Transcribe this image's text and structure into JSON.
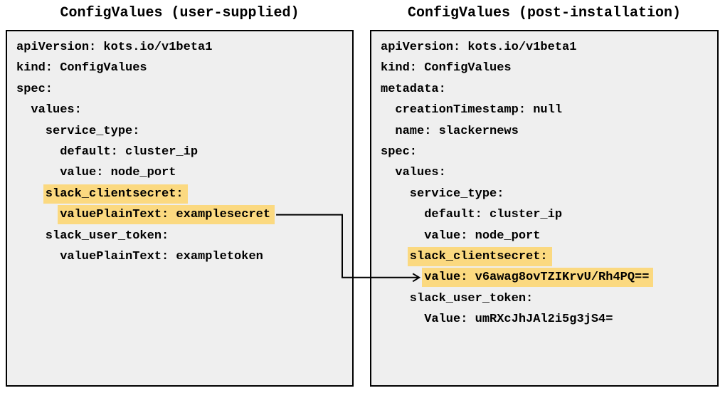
{
  "left_panel": {
    "title": "ConfigValues (user-supplied)",
    "lines": [
      {
        "indent": 0,
        "text": "apiVersion: kots.io/v1beta1",
        "highlight": false
      },
      {
        "indent": 0,
        "text": "kind: ConfigValues",
        "highlight": false
      },
      {
        "indent": 0,
        "text": "spec:",
        "highlight": false
      },
      {
        "indent": 1,
        "text": "values:",
        "highlight": false
      },
      {
        "indent": 2,
        "text": "service_type:",
        "highlight": false
      },
      {
        "indent": 3,
        "text": "default: cluster_ip",
        "highlight": false
      },
      {
        "indent": 3,
        "text": "value: node_port",
        "highlight": false
      },
      {
        "indent": 2,
        "text": "slack_clientsecret:",
        "highlight": true
      },
      {
        "indent": 3,
        "text": "valuePlainText: examplesecret",
        "highlight": true,
        "role": "arrow-source"
      },
      {
        "indent": 2,
        "text": "slack_user_token:",
        "highlight": false
      },
      {
        "indent": 3,
        "text": "valuePlainText: exampletoken",
        "highlight": false
      }
    ]
  },
  "right_panel": {
    "title": "ConfigValues (post-installation)",
    "lines": [
      {
        "indent": 0,
        "text": "apiVersion: kots.io/v1beta1",
        "highlight": false
      },
      {
        "indent": 0,
        "text": "kind: ConfigValues",
        "highlight": false
      },
      {
        "indent": 0,
        "text": "metadata:",
        "highlight": false
      },
      {
        "indent": 1,
        "text": "creationTimestamp: null",
        "highlight": false
      },
      {
        "indent": 1,
        "text": "name: slackernews",
        "highlight": false
      },
      {
        "indent": 0,
        "text": "spec:",
        "highlight": false
      },
      {
        "indent": 1,
        "text": "values:",
        "highlight": false
      },
      {
        "indent": 2,
        "text": "service_type:",
        "highlight": false
      },
      {
        "indent": 3,
        "text": "default: cluster_ip",
        "highlight": false
      },
      {
        "indent": 3,
        "text": "value: node_port",
        "highlight": false
      },
      {
        "indent": 2,
        "text": "slack_clientsecret:",
        "highlight": true
      },
      {
        "indent": 3,
        "text": "value: v6awag8ovTZIKrvU/Rh4PQ==",
        "highlight": true,
        "role": "arrow-target"
      },
      {
        "indent": 2,
        "text": "slack_user_token:",
        "highlight": false
      },
      {
        "indent": 3,
        "text": "Value: umRXcJhJAl2i5g3jS4=",
        "highlight": false
      }
    ]
  },
  "arrow": {
    "from": "valuePlainText: examplesecret",
    "to": "value: v6awag8ovTZIKrvU/Rh4PQ=="
  },
  "colors": {
    "panel_background": "#efefef",
    "highlight": "#fbd980",
    "border": "#000000",
    "text": "#000000",
    "arrow": "#000000"
  }
}
